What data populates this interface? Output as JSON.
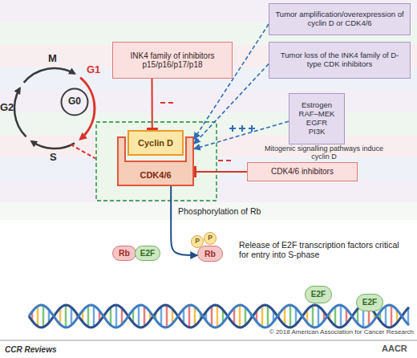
{
  "diagram": {
    "nodes": [
      {
        "text": [
          "Tumor amplification/overexpression of cyclin D or CDK4/6"
        ]
      },
      {
        "text": [
          "INK4 family of inhibitors",
          "p15/p16/p17/p18"
        ]
      },
      {
        "text": [
          "Tumor loss of the INK4 family of D-type CDK inhibitors"
        ]
      },
      {
        "text": [
          "G0"
        ]
      },
      {
        "text": [
          "Estrogen",
          "RAF–MEK",
          "EGFR",
          "PI3K"
        ]
      },
      {
        "text": [
          "CDK4/6"
        ]
      },
      {
        "text": [
          "Cyclin D"
        ],
        "in": 5
      },
      {
        "text": [
          "CDK4/6 inhibitors"
        ]
      },
      {
        "text": [
          "Rb"
        ]
      },
      {
        "text": [
          "E2F"
        ]
      },
      {
        "text": [
          "P"
        ]
      },
      {
        "text": [
          "P"
        ]
      },
      {
        "text": [
          "Rb"
        ]
      },
      {
        "text": [
          "E2F"
        ]
      },
      {
        "text": [
          "E2F"
        ]
      }
    ],
    "edges": [
      {
        "from": 0,
        "to": 5,
        "arrow": "to"
      },
      {
        "from": 1,
        "to": 6,
        "arrow": "to"
      },
      {
        "from": 2,
        "to": 5,
        "arrow": "to"
      },
      {
        "from": 4,
        "to": 5,
        "arrow": "to"
      },
      {
        "from": 7,
        "to": 5,
        "arrow": "to"
      },
      {
        "from": 5,
        "to": 12,
        "label": "Phosphorylation of Rb",
        "arrow": "to"
      }
    ],
    "labels": [
      "M",
      "G1",
      "G2",
      "S",
      "Mitogenic signalling pathways induce cyclin D",
      "Release of E2F transcription factors critical for entry into S-phase",
      "© 2018 American Association for Cancer Research",
      "CCR Reviews",
      "AACR"
    ]
  }
}
